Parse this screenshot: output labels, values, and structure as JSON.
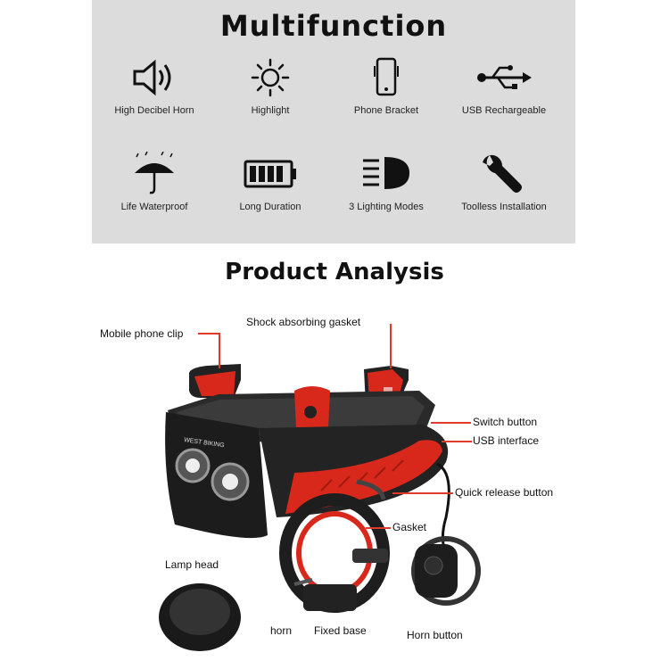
{
  "multifunction": {
    "title": "Multifunction",
    "features": [
      {
        "label": "High Decibel Horn",
        "icon": "speaker-icon"
      },
      {
        "label": "Highlight",
        "icon": "sun-icon"
      },
      {
        "label": "Phone Bracket",
        "icon": "phone-icon"
      },
      {
        "label": "USB Rechargeable",
        "icon": "usb-icon"
      },
      {
        "label": "Life Waterproof",
        "icon": "umbrella-icon"
      },
      {
        "label": "Long Duration",
        "icon": "battery-icon"
      },
      {
        "label": "3 Lighting Modes",
        "icon": "headlight-icon"
      },
      {
        "label": "Toolless Installation",
        "icon": "wrench-icon"
      }
    ]
  },
  "analysis": {
    "title": "Product Analysis",
    "brand": "WEST BIKING",
    "callouts": {
      "mobile_phone_clip": "Mobile phone clip",
      "shock_absorbing_gasket": "Shock absorbing gasket",
      "switch_button": "Switch button",
      "usb_interface": "USB interface",
      "quick_release_button": "Quick release button",
      "gasket": "Gasket",
      "lamp_head": "Lamp head",
      "horn": "horn",
      "fixed_base": "Fixed base",
      "horn_button": "Horn button"
    }
  }
}
